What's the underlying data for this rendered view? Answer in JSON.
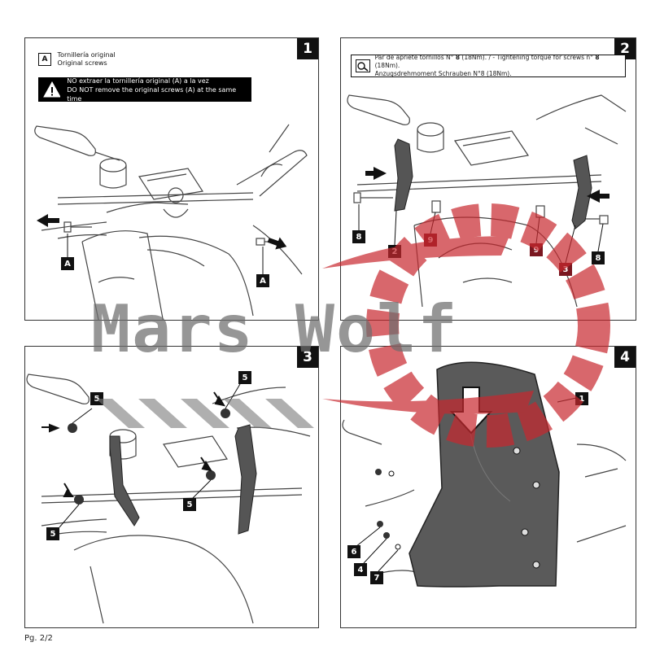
{
  "page": {
    "footer": "Pg. 2/2"
  },
  "panels": [
    {
      "number": "1",
      "note_letter": "A",
      "note_lines": [
        "Tornillería original",
        "Original screws"
      ],
      "warning_lines": [
        "NO extraer la tornillería original (A) a la vez",
        "DO NOT remove the original screws (A) at the same time"
      ],
      "callouts": [
        "A",
        "A"
      ]
    },
    {
      "number": "2",
      "torque_lines_parts": [
        "Par de apriete tornillos N° ",
        "8",
        " (18Nm). / - Tightening torque for screws n° ",
        "8",
        " (18Nm)."
      ],
      "torque_line2": "Anzugsdrehmoment Schrauben N°8 (18Nm).",
      "callouts": [
        "8",
        "2",
        "9",
        "9",
        "3",
        "8"
      ]
    },
    {
      "number": "3",
      "callouts": [
        "5",
        "5",
        "5",
        "5"
      ]
    },
    {
      "number": "4",
      "callouts": [
        "1",
        "6",
        "4",
        "7"
      ]
    }
  ],
  "watermark": {
    "text": "Mars Wolf",
    "color": "#c8282e"
  }
}
